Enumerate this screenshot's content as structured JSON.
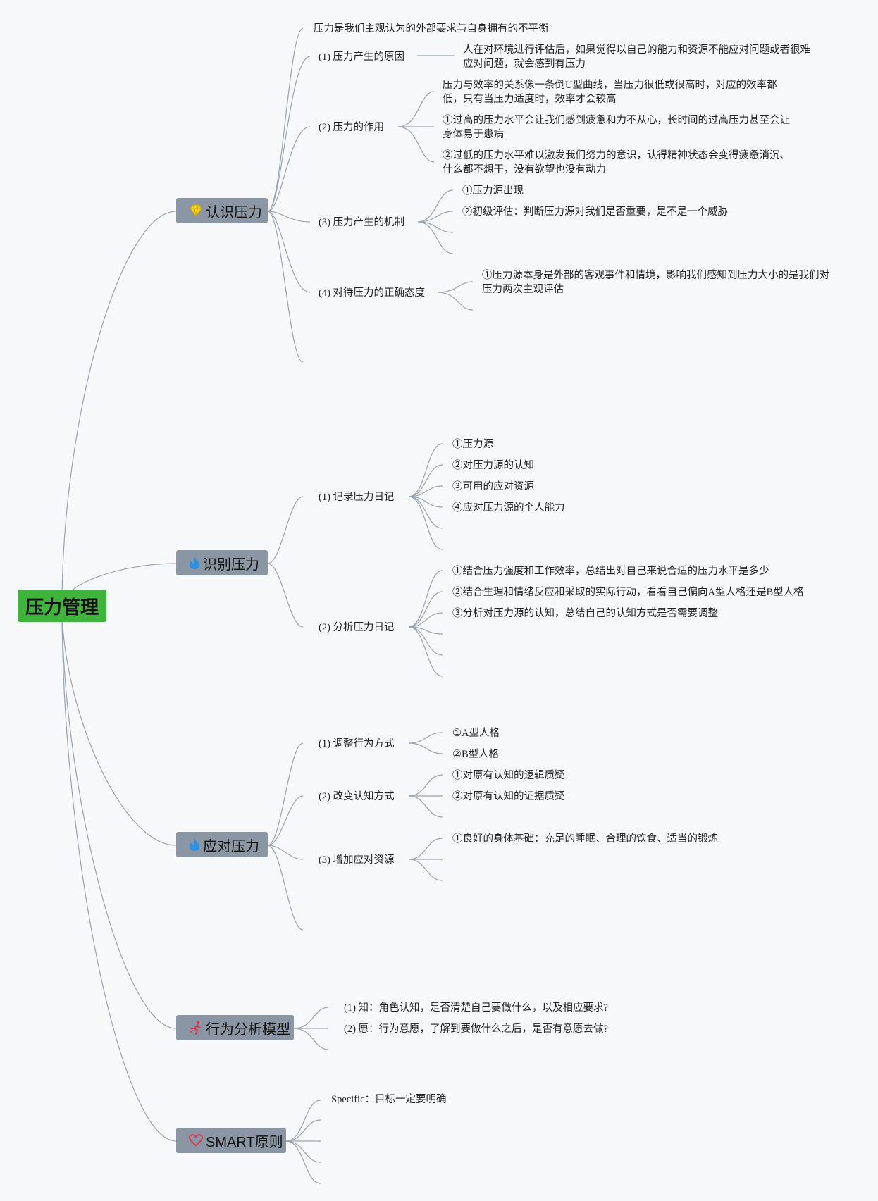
{
  "root": "压力管理",
  "branches": {
    "b1": {
      "label": "认识压力",
      "icon": "diamond-icon",
      "intro": "压力是我们主观认为的外部要求与自身拥有的不平衡",
      "s1": {
        "label": "(1)  压力产生的原因",
        "detail": "人在对环境进行评估后，如果觉得以自己的能力和资源不能应对问题或者很难应对问题，就会感到有压力"
      },
      "s2": {
        "label": "(2)  压力的作用",
        "items": [
          "压力与效率的关系像一条倒U型曲线，当压力很低或很高时，对应的效率都低，只有当压力适度时，效率才会较高",
          "①过高的压力水平会让我们感到疲惫和力不从心，长时间的过高压力甚至会让身体易于患病",
          "②过低的压力水平难以激发我们努力的意识，认得精神状态会变得疲惫消沉、什么都不想干，没有欲望也没有动力"
        ]
      },
      "s3": {
        "label": "(3)  压力产生的机制",
        "items": [
          "①压力源出现",
          "②初级评估：判断压力源对我们是否重要，是不是一个威胁"
        ]
      },
      "s4": {
        "label": "(4)  对待压力的正确态度",
        "items": [
          "①压力源本身是外部的客观事件和情境，影响我们感知到压力大小的是我们对压力两次主观评估"
        ]
      }
    },
    "b2": {
      "label": "识别压力",
      "icon": "flame-icon",
      "s1": {
        "label": "(1)  记录压力日记",
        "items": [
          "①压力源",
          "②对压力源的认知",
          "③可用的应对资源",
          "④应对压力源的个人能力"
        ]
      },
      "s2": {
        "label": "(2)  分析压力日记",
        "items": [
          "①结合压力强度和工作效率，总结出对自己来说合适的压力水平是多少",
          "②结合生理和情绪反应和采取的实际行动，看看自己偏向A型人格还是B型人格",
          "③分析对压力源的认知，总结自己的认知方式是否需要调整"
        ]
      }
    },
    "b3": {
      "label": "应对压力",
      "icon": "flame-icon",
      "s1": {
        "label": "(1)  调整行为方式",
        "items": [
          "①A型人格",
          "②B型人格"
        ]
      },
      "s2": {
        "label": "(2)  改变认知方式",
        "items": [
          "①对原有认知的逻辑质疑",
          "②对原有认知的证据质疑"
        ]
      },
      "s3": {
        "label": "(3)  增加应对资源",
        "items": [
          "①良好的身体基础：充足的睡眠、合理的饮食、适当的锻炼"
        ]
      }
    },
    "b4": {
      "label": "行为分析模型",
      "icon": "running-figure-icon",
      "items": [
        "(1)  知：角色认知，是否清楚自己要做什么，以及相应要求?",
        "(2)  愿：行为意愿，了解到要做什么之后，是否有意愿去做?"
      ]
    },
    "b5": {
      "label": "SMART原则",
      "icon": "heart-icon",
      "items": [
        "Specific：目标一定要明确"
      ]
    }
  },
  "colors": {
    "root": "#3db53a",
    "branch": "#8a96a3",
    "line": "#9aa3ad",
    "diamond": "#f2d21b",
    "flame": "#2f8fe0",
    "runner": "#e0324f",
    "heart": "#e0324f"
  }
}
